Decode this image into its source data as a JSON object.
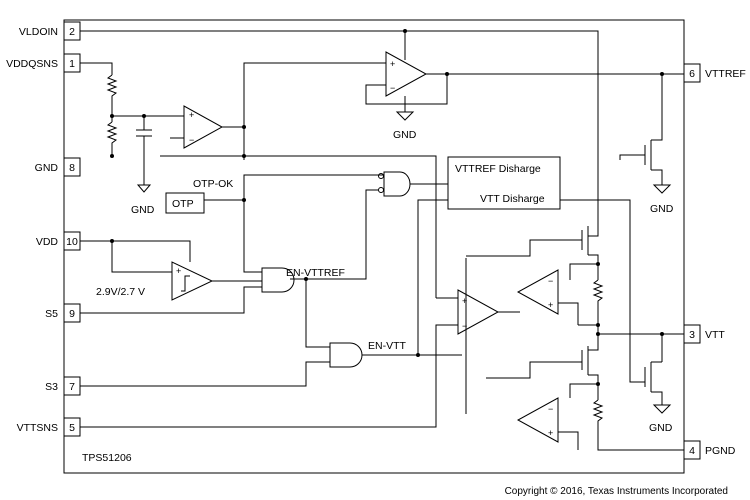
{
  "chip": {
    "name": "TPS51206"
  },
  "pins": {
    "left": [
      {
        "num": "2",
        "label": "VLDOIN"
      },
      {
        "num": "1",
        "label": "VDDQSNS"
      },
      {
        "num": "8",
        "label": "GND"
      },
      {
        "num": "10",
        "label": "VDD"
      },
      {
        "num": "9",
        "label": "S5"
      },
      {
        "num": "7",
        "label": "S3"
      },
      {
        "num": "5",
        "label": "VTTSNS"
      }
    ],
    "right": [
      {
        "num": "6",
        "label": "VTTREF"
      },
      {
        "num": "3",
        "label": "VTT"
      },
      {
        "num": "4",
        "label": "PGND"
      }
    ]
  },
  "labels": {
    "gnd": "GND",
    "otp_ok": "OTP-OK",
    "otp": "OTP",
    "uvlo": "2.9V/2.7 V",
    "en_vttref": "EN-VTTREF",
    "en_vtt": "EN-VTT",
    "vttref_discharge": "VTTREF Disharge",
    "vtt_discharge": "VTT Disharge",
    "plus": "+",
    "minus": "−"
  },
  "footer": {
    "copyright": "Copyright © 2016, Texas Instruments Incorporated"
  }
}
